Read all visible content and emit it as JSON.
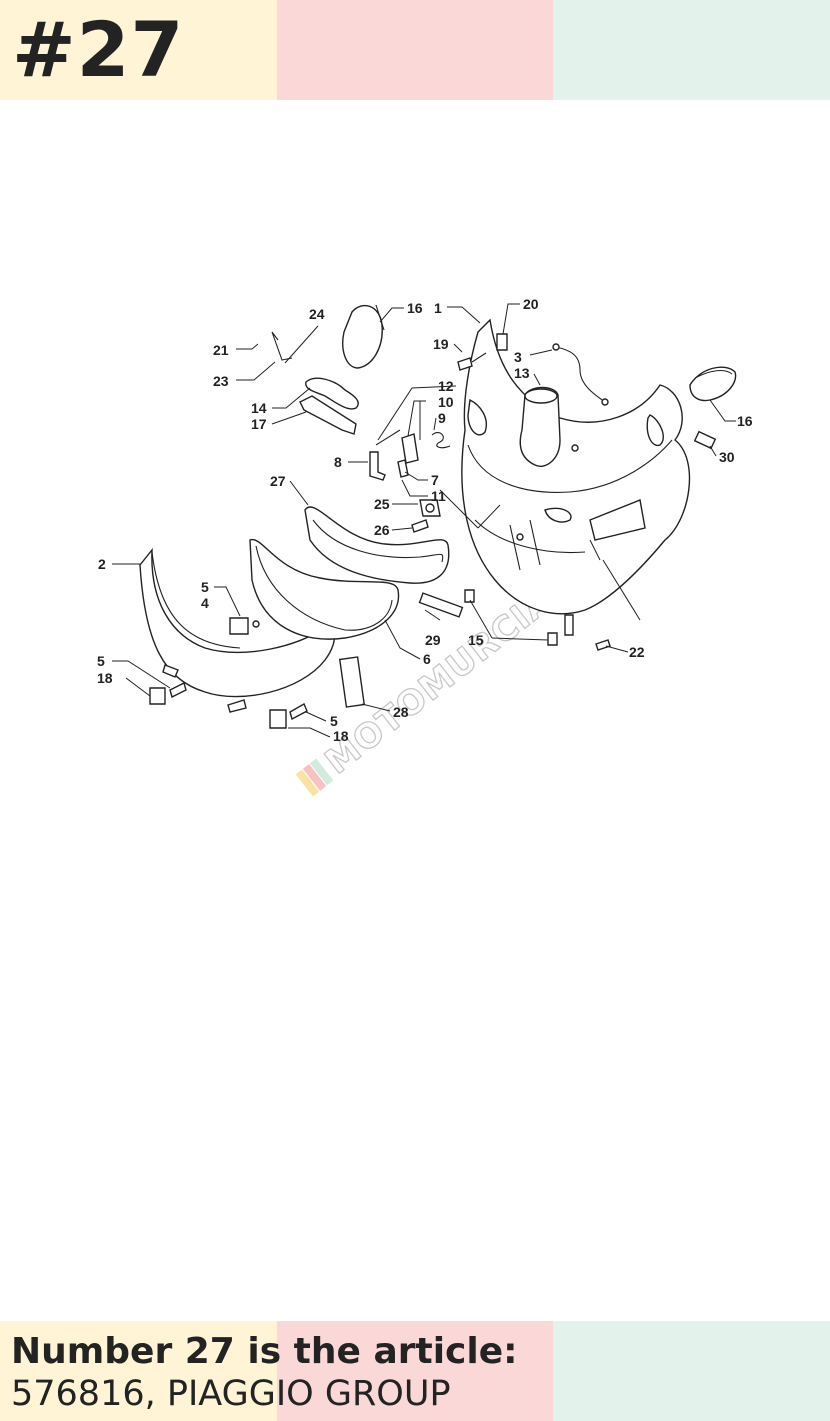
{
  "header": {
    "number": "#27",
    "stripe_colors": [
      "#fff5d6",
      "#fad8d8",
      "#e3f3ec"
    ]
  },
  "diagram": {
    "watermark": "MOTOMURCIA",
    "callouts": [
      "16",
      "1",
      "20",
      "24",
      "21",
      "23",
      "19",
      "3",
      "13",
      "12",
      "14",
      "10",
      "17",
      "9",
      "16",
      "8",
      "7",
      "30",
      "27",
      "11",
      "25",
      "26",
      "2",
      "5",
      "4",
      "29",
      "15",
      "22",
      "6",
      "5",
      "18",
      "28",
      "5",
      "18"
    ]
  },
  "footer": {
    "line1": "Number 27 is the article:",
    "line2": "576816, PIAGGIO GROUP",
    "stripe_colors": [
      "#fff5d6",
      "#fad8d8",
      "#e3f3ec"
    ]
  }
}
